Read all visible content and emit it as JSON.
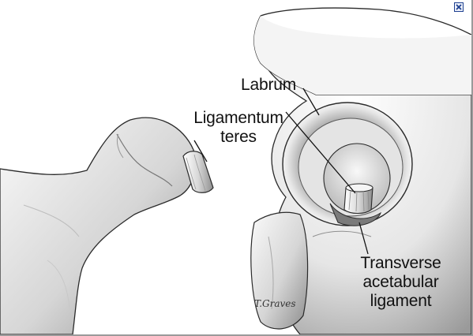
{
  "window": {
    "close_icon": "close-x-icon"
  },
  "labels": {
    "labrum": "Labrum",
    "ligamentum_line1": "Ligamentum",
    "ligamentum_line2": "teres",
    "transverse_line1": "Transverse",
    "transverse_line2": "acetabular",
    "transverse_line3": "ligament"
  },
  "signature": "T.Graves",
  "colors": {
    "ink": "#111111",
    "bone_light": "#f2f2f2",
    "bone_shade": "#8a8a8a",
    "close_border": "#1d3f8f"
  }
}
